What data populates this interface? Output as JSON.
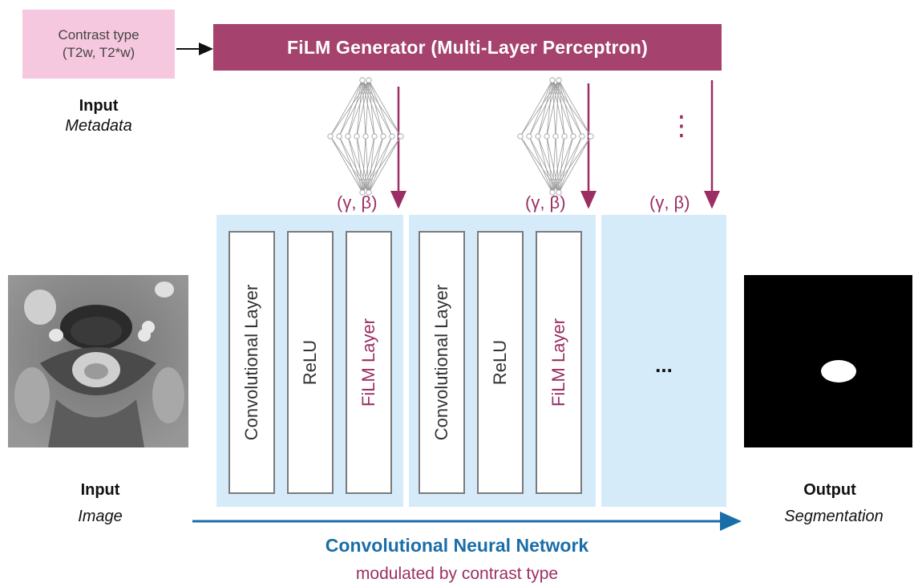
{
  "metadata_box": {
    "line1": "Contrast type",
    "line2": "(T2w, T2*w)"
  },
  "metadata_caption": {
    "title": "Input",
    "subtitle": "Metadata"
  },
  "film_generator": {
    "label": "FiLM Generator (Multi-Layer Perceptron)"
  },
  "gamma_beta": "(γ, β)",
  "vertical_dots": "⋮",
  "blocks": [
    {
      "layers": [
        "Convolutional Layer",
        "ReLU",
        "FiLM Layer"
      ]
    },
    {
      "layers": [
        "Convolutional Layer",
        "ReLU",
        "FiLM Layer"
      ]
    }
  ],
  "ellipsis": "...",
  "input_image_caption": {
    "title": "Input",
    "subtitle": "Image"
  },
  "output_caption": {
    "title": "Output",
    "subtitle": "Segmentation"
  },
  "cnn": {
    "title": "Convolutional Neural Network",
    "subtitle": "modulated by contrast type"
  },
  "colors": {
    "film": "#a5426e",
    "film_text": "#9b2f63",
    "cnn_blue": "#1a6ea8",
    "block_bg": "#d6ebfa",
    "meta_pink": "#f6c8df"
  }
}
